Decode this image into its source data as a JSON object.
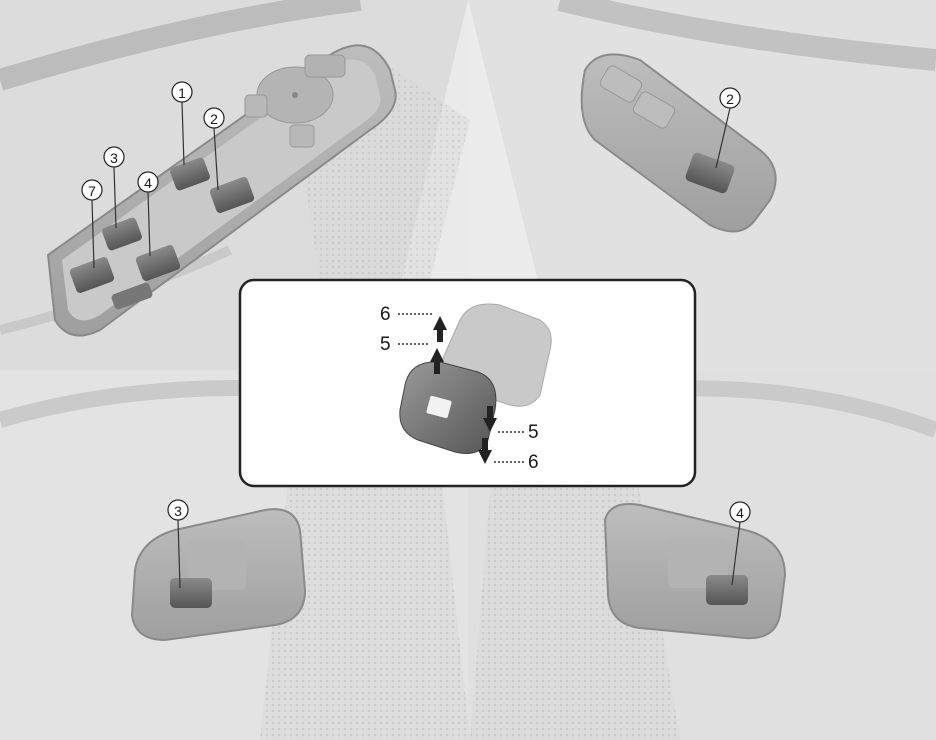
{
  "diagram": {
    "callouts": {
      "c1": "1",
      "c2": "2",
      "c3": "3",
      "c4": "4",
      "c7": "7",
      "c2_right": "2",
      "c3_bottom": "3",
      "c4_bottom": "4"
    },
    "inset": {
      "up_outer": "6",
      "up_inner": "5",
      "down_inner": "5",
      "down_outer": "6"
    }
  }
}
